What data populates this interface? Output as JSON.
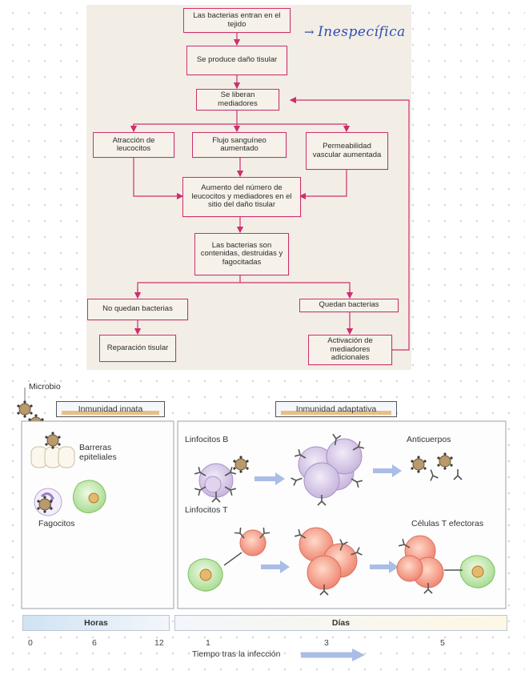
{
  "flowchart": {
    "entry": "Las bacterias entran en el tejido",
    "damage": "Se produce daño tisular",
    "mediators": "Se liberan mediadores",
    "attraction": "Atracción de leucocitos",
    "bloodflow": "Flujo sanguíneo aumentado",
    "permeability": "Permeabilidad vascular aumentada",
    "increase": "Aumento del número de leucocitos y mediadores en el sitio del daño tisular",
    "contained": "Las bacterias son contenidas, destruidas y fagocitadas",
    "no_bacteria": "No quedan bacterias",
    "repair": "Reparación tisular",
    "bacteria_remain": "Quedan bacterias",
    "activation": "Activación de mediadores adicionales",
    "accent_color": "#cf2e6e"
  },
  "handwritten_note": {
    "arrow": "→",
    "text": "Inespecífica",
    "color": "#2f4fb0"
  },
  "immunity": {
    "microbe_label": "Microbio",
    "innate_title": "Inmunidad innata",
    "adaptive_title": "Inmunidad adaptativa",
    "barriers_label": "Barreras epiteliales",
    "phagocytes_label": "Fagocitos",
    "b_cells_label": "Linfocitos B",
    "antibodies_label": "Anticuerpos",
    "t_cells_label": "Linfocitos T",
    "effector_t_label": "Células T efectoras",
    "hours_label": "Horas",
    "days_label": "Días",
    "hour_ticks": [
      "0",
      "6",
      "12"
    ],
    "day_ticks": [
      "1",
      "3",
      "5"
    ],
    "time_axis_label": "Tiempo tras la infección"
  }
}
